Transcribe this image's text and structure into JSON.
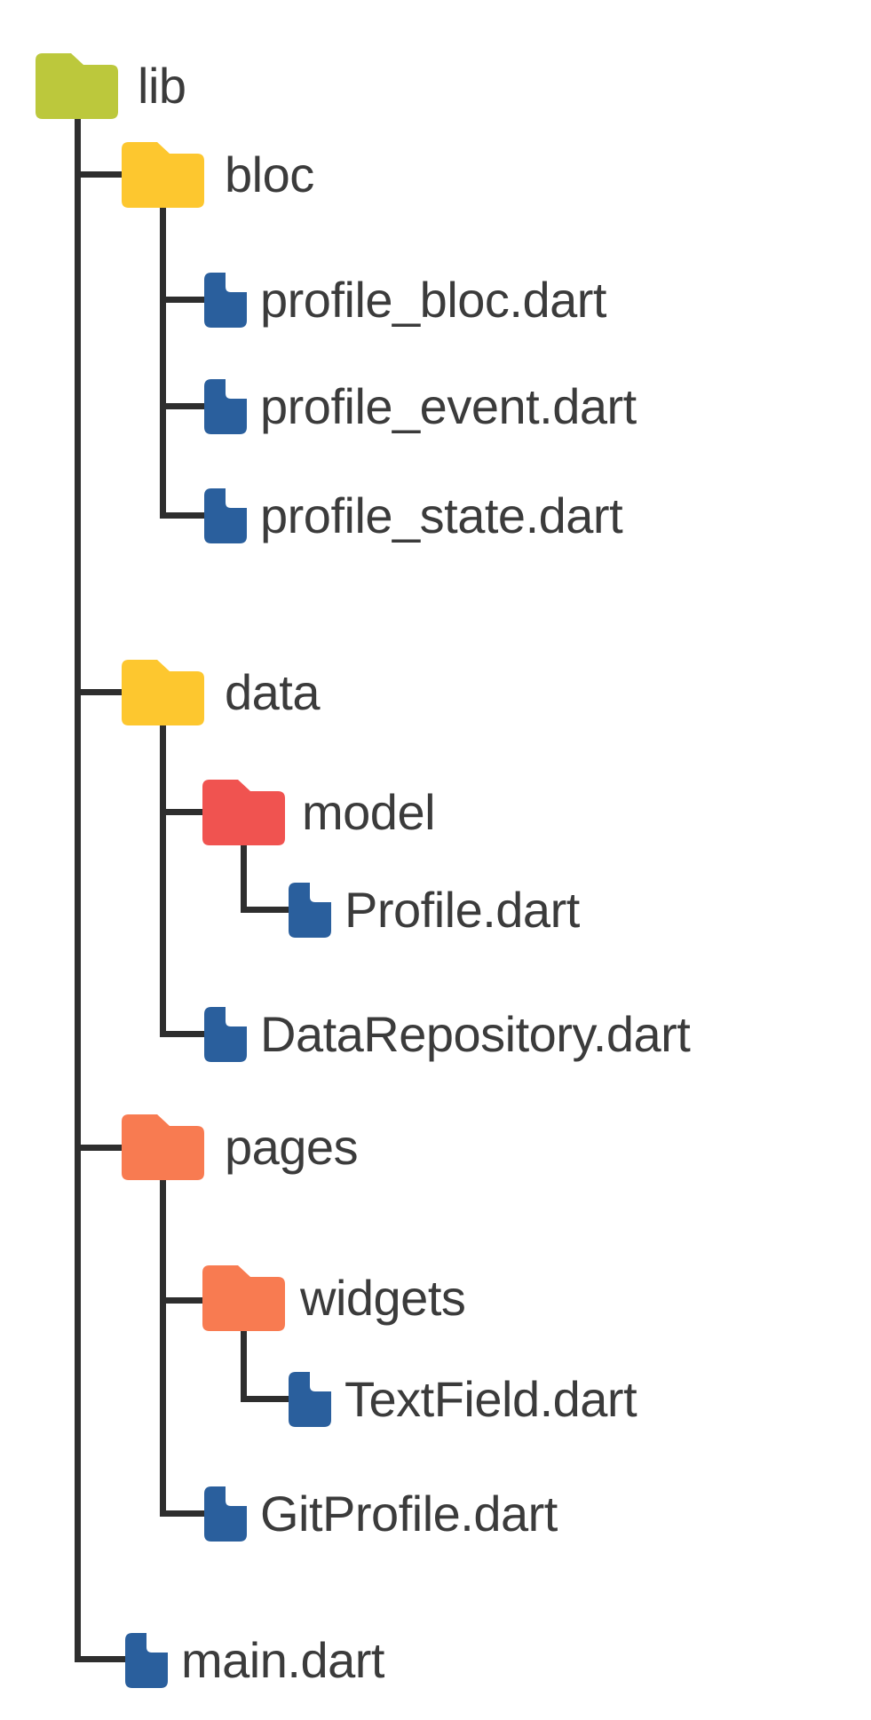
{
  "diagram_title": "lib folder structure tree",
  "palette": {
    "background": "#ffffff",
    "line": "#2e2e2e",
    "text": "#3b3b3b",
    "folder_lib": "#bcc83c",
    "folder_yellow": "#fdc72f",
    "folder_red": "#f05350",
    "folder_orange": "#f87b51",
    "file_blue": "#2a5f9d"
  },
  "tree": {
    "root_label": "lib",
    "items": [
      {
        "label": "lib",
        "kind": "folder",
        "depth": 0,
        "parent": null,
        "color": "folder_lib"
      },
      {
        "label": "bloc",
        "kind": "folder",
        "depth": 1,
        "parent": "lib",
        "color": "folder_yellow"
      },
      {
        "label": "profile_bloc.dart",
        "kind": "file",
        "depth": 2,
        "parent": "bloc",
        "color": "file_blue"
      },
      {
        "label": "profile_event.dart",
        "kind": "file",
        "depth": 2,
        "parent": "bloc",
        "color": "file_blue"
      },
      {
        "label": "profile_state.dart",
        "kind": "file",
        "depth": 2,
        "parent": "bloc",
        "color": "file_blue"
      },
      {
        "label": "data",
        "kind": "folder",
        "depth": 1,
        "parent": "lib",
        "color": "folder_yellow"
      },
      {
        "label": "model",
        "kind": "folder",
        "depth": 2,
        "parent": "data",
        "color": "folder_red"
      },
      {
        "label": "Profile.dart",
        "kind": "file",
        "depth": 3,
        "parent": "model",
        "color": "file_blue"
      },
      {
        "label": "DataRepository.dart",
        "kind": "file",
        "depth": 2,
        "parent": "data",
        "color": "file_blue"
      },
      {
        "label": "pages",
        "kind": "folder",
        "depth": 1,
        "parent": "lib",
        "color": "folder_orange"
      },
      {
        "label": "widgets",
        "kind": "folder",
        "depth": 2,
        "parent": "pages",
        "color": "folder_orange"
      },
      {
        "label": "TextField.dart",
        "kind": "file",
        "depth": 3,
        "parent": "widgets",
        "color": "file_blue"
      },
      {
        "label": "GitProfile.dart",
        "kind": "file",
        "depth": 2,
        "parent": "pages",
        "color": "file_blue"
      },
      {
        "label": "main.dart",
        "kind": "file",
        "depth": 1,
        "parent": "lib",
        "color": "file_blue"
      }
    ]
  }
}
